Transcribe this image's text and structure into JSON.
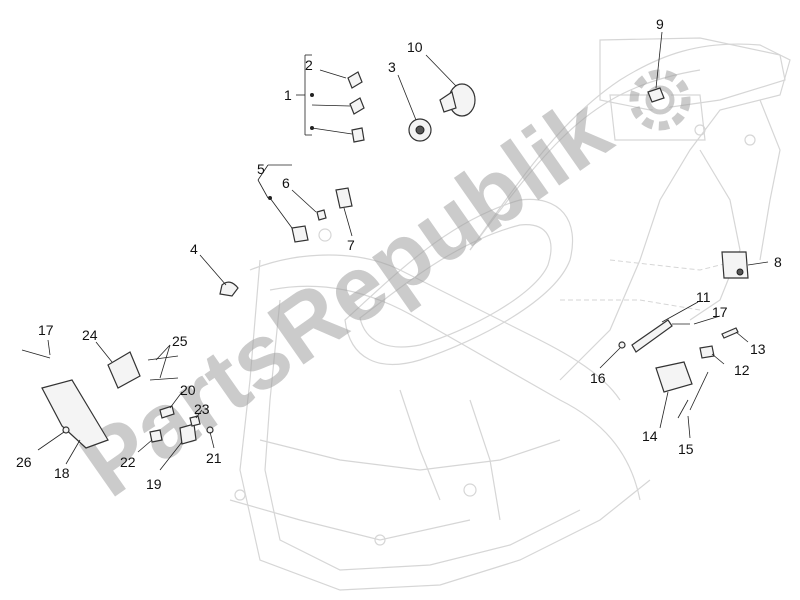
{
  "diagram": {
    "callouts": {
      "c1": "1",
      "c2": "2",
      "c3": "3",
      "c4": "4",
      "c5": "5",
      "c6": "6",
      "c7": "7",
      "c8": "8",
      "c9": "9",
      "c10": "10",
      "c11": "11",
      "c12": "12",
      "c13": "13",
      "c14": "14",
      "c15": "15",
      "c16": "16",
      "c17a": "17",
      "c17b": "17",
      "c18": "18",
      "c19": "19",
      "c20": "20",
      "c21": "21",
      "c22": "22",
      "c23": "23",
      "c24": "24",
      "c25": "25",
      "c26": "26"
    },
    "watermark": "PartsRepublik",
    "logo_icon": "gear-icon"
  },
  "colors": {
    "frame": "#d6d6d6",
    "parts": "#333333",
    "watermark": "#a0a0a0",
    "background": "#ffffff"
  }
}
